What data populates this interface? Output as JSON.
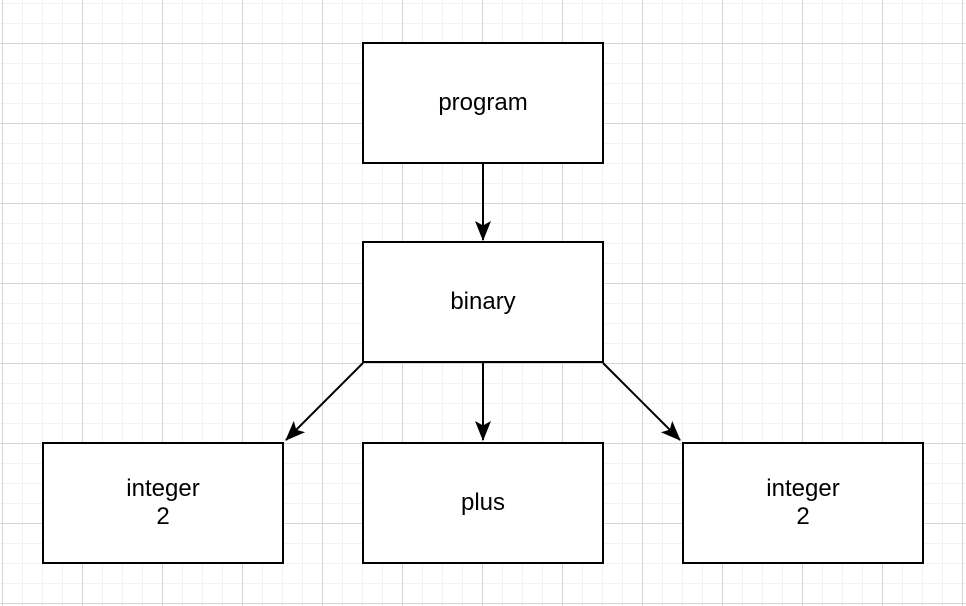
{
  "diagram": {
    "type": "tree",
    "nodes": [
      {
        "id": "program",
        "lines": [
          "program"
        ]
      },
      {
        "id": "binary",
        "lines": [
          "binary"
        ]
      },
      {
        "id": "integer_left",
        "lines": [
          "integer",
          "2"
        ]
      },
      {
        "id": "plus",
        "lines": [
          "plus"
        ]
      },
      {
        "id": "integer_right",
        "lines": [
          "integer",
          "2"
        ]
      }
    ],
    "edges": [
      {
        "from": "program",
        "to": "binary"
      },
      {
        "from": "binary",
        "to": "integer_left"
      },
      {
        "from": "binary",
        "to": "plus"
      },
      {
        "from": "binary",
        "to": "integer_right"
      }
    ],
    "colors": {
      "background": "#ffffff",
      "node_fill": "#ffffff",
      "node_border": "#000000",
      "text": "#000000",
      "arrow": "#000000",
      "grid_minor": "#f2f2f2",
      "grid_major": "#d6d6d6"
    }
  }
}
